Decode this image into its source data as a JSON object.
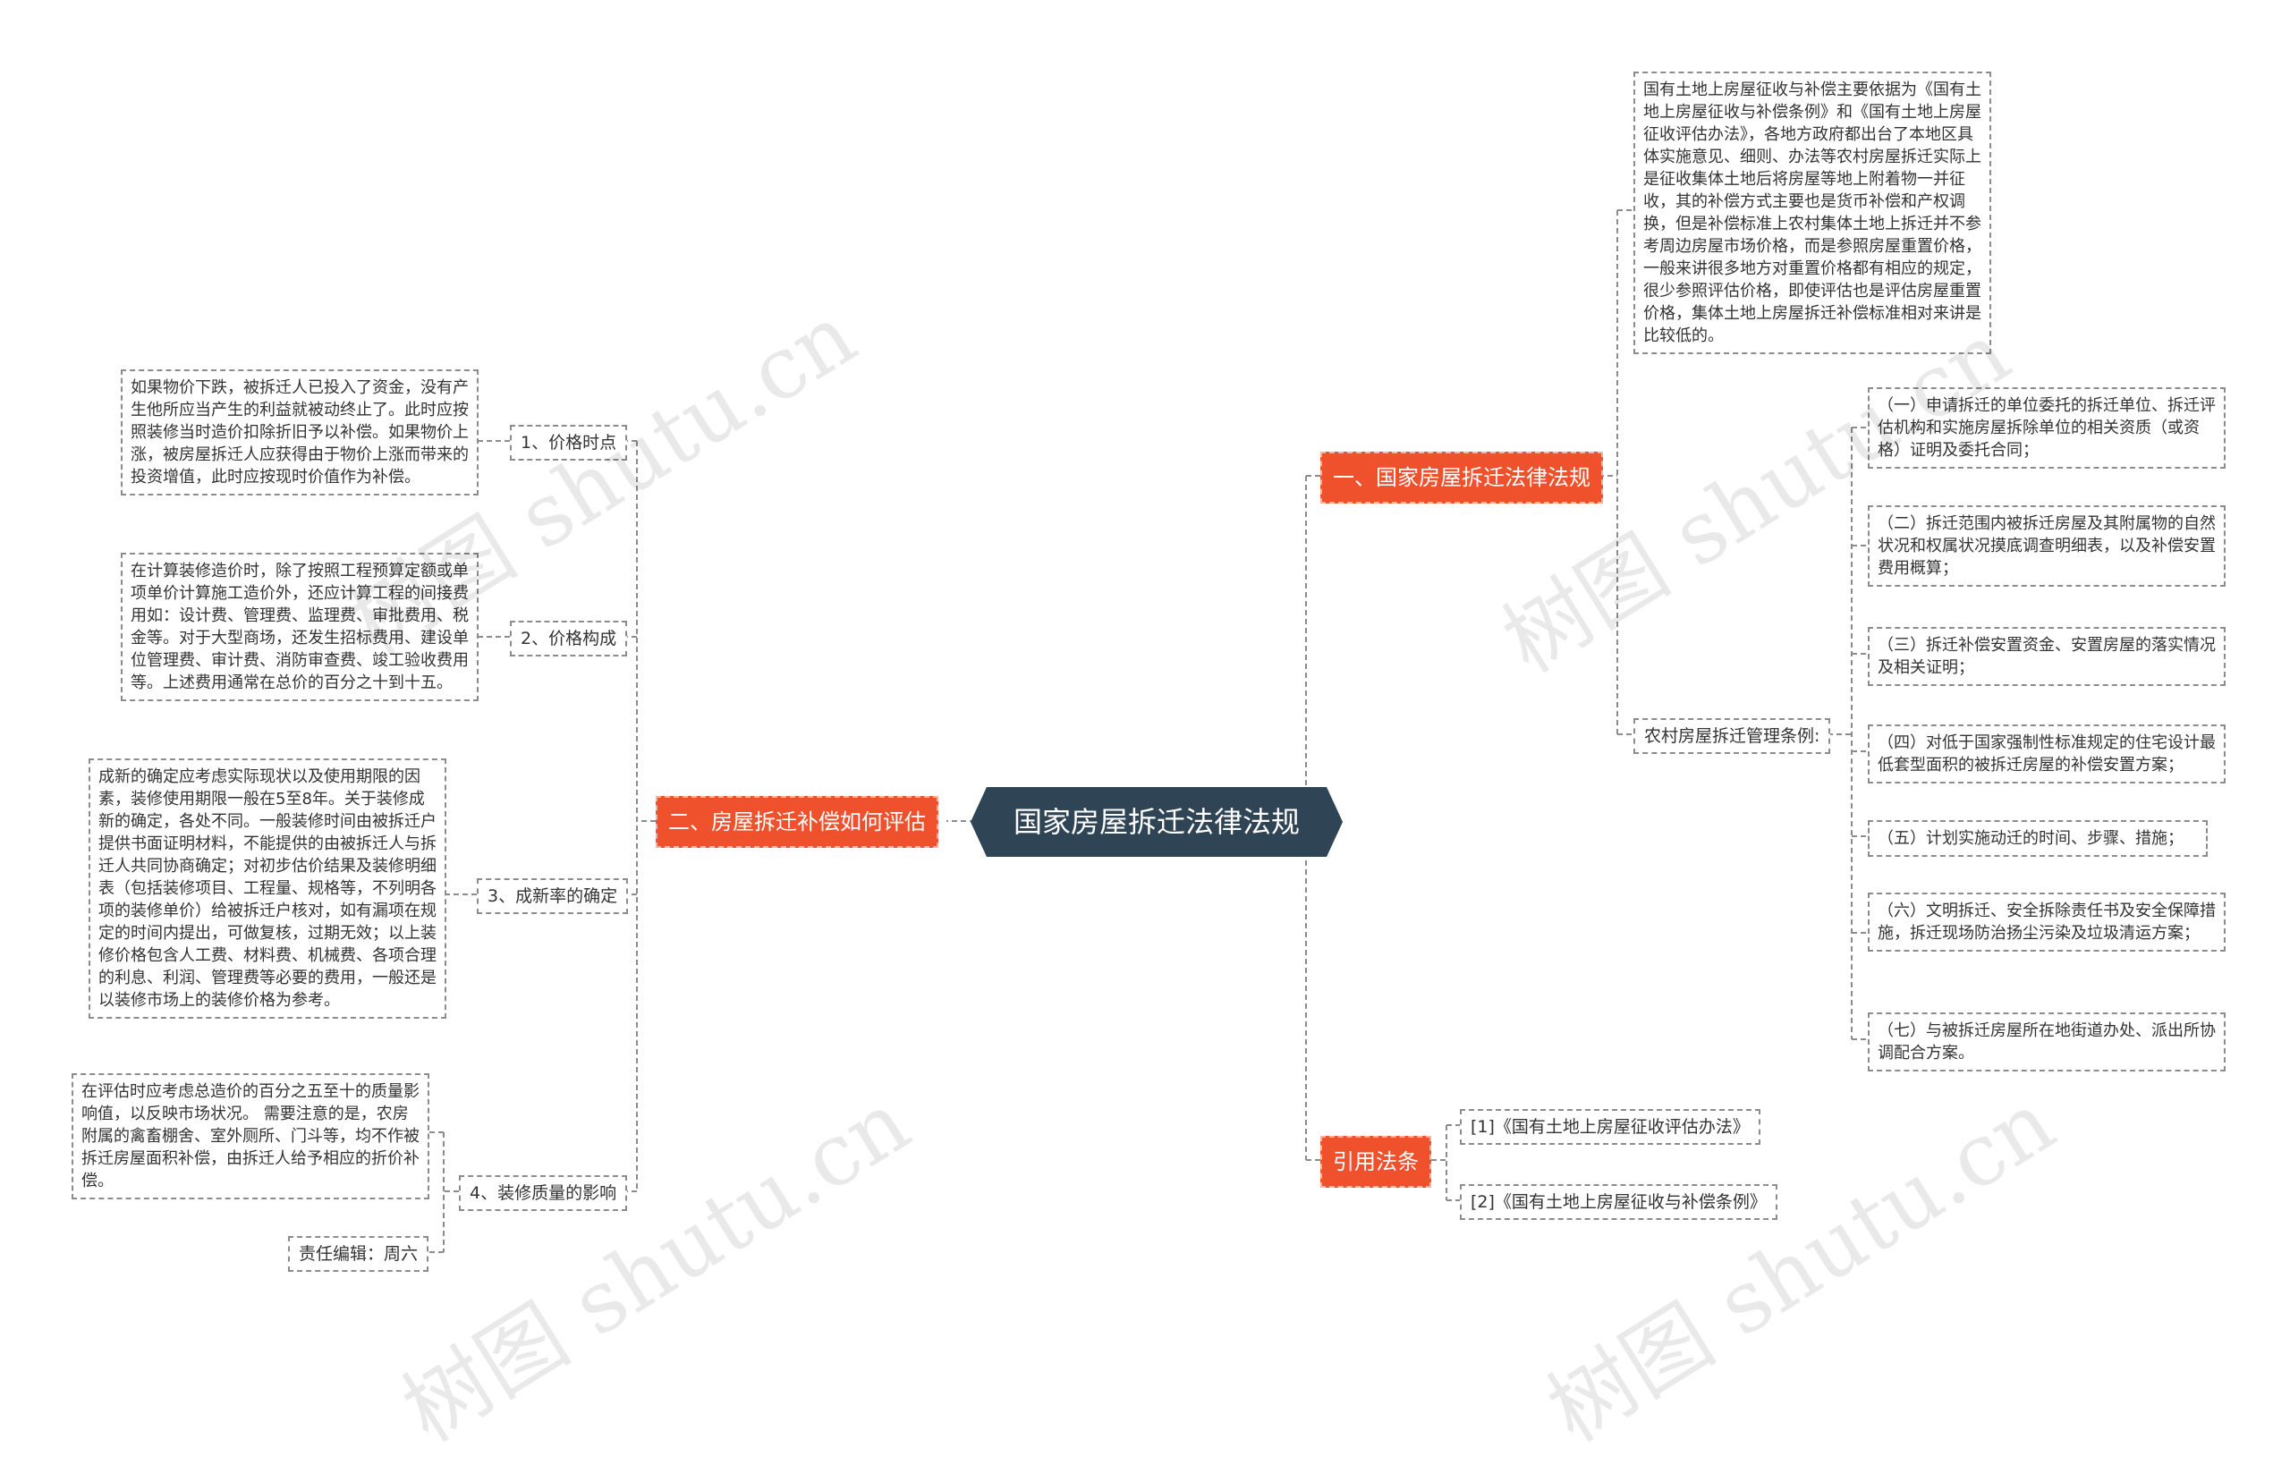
{
  "root": {
    "label": "国家房屋拆迁法律法规"
  },
  "branches": {
    "law": {
      "label": "一、国家房屋拆迁法律法规",
      "intro": "国有土地上房屋征收与补偿主要依据为《国有土地上房屋征收与补偿条例》和《国有土地上房屋征收评估办法》，各地方政府都出台了本地区具体实施意见、细则、办法等农村房屋拆迁实际上是征收集体土地后将房屋等地上附着物一并征收，其的补偿方式主要也是货币补偿和产权调换，但是补偿标准上农村集体土地上拆迁并不参考周边房屋市场价格，而是参照房屋重置价格，一般来讲很多地方对重置价格都有相应的规定，很少参照评估价格，即使评估也是评估房屋重置价格，集体土地上房屋拆迁补偿标准相对来讲是比较低的。",
      "rural": {
        "label": "农村房屋拆迁管理条例:",
        "items": [
          "（一）申请拆迁的单位委托的拆迁单位、拆迁评估机构和实施房屋拆除单位的相关资质（或资格）证明及委托合同；",
          "（二）拆迁范围内被拆迁房屋及其附属物的自然状况和权属状况摸底调查明细表，以及补偿安置费用概算；",
          "（三）拆迁补偿安置资金、安置房屋的落实情况及相关证明；",
          "（四）对低于国家强制性标准规定的住宅设计最低套型面积的被拆迁房屋的补偿安置方案；",
          "（五）计划实施动迁的时间、步骤、措施；",
          "（六）文明拆迁、安全拆除责任书及安全保障措施，拆迁现场防治扬尘污染及垃圾清运方案；",
          "（七）与被拆迁房屋所在地街道办处、派出所协调配合方案。"
        ]
      }
    },
    "cite": {
      "label": "引用法条",
      "items": [
        "[1]《国有土地上房屋征收评估办法》",
        "[2]《国有土地上房屋征收与补偿条例》"
      ]
    },
    "eval": {
      "label": "二、房屋拆迁补偿如何评估",
      "items": [
        {
          "label": "1、价格时点",
          "detail": "如果物价下跌，被拆迁人已投入了资金，没有产生他所应当产生的利益就被动终止了。此时应按照装修当时造价扣除折旧予以补偿。如果物价上涨，被房屋拆迁人应获得由于物价上涨而带来的投资增值，此时应按现时价值作为补偿。"
        },
        {
          "label": "2、价格构成",
          "detail": "在计算装修造价时，除了按照工程预算定额或单项单价计算施工造价外，还应计算工程的间接费用如：设计费、管理费、监理费、审批费用、税金等。对于大型商场，还发生招标费用、建设单位管理费、审计费、消防审查费、竣工验收费用等。上述费用通常在总价的百分之十到十五。"
        },
        {
          "label": "3、成新率的确定",
          "detail": "成新的确定应考虑实际现状以及使用期限的因素，装修使用期限一般在5至8年。关于装修成新的确定，各处不同。一般装修时间由被拆迁户提供书面证明材料，不能提供的由被拆迁人与拆迁人共同协商确定；对初步估价结果及装修明细表（包括装修项目、工程量、规格等，不列明各项的装修单价）给被拆迁户核对，如有漏项在规定的时间内提出，可做复核，过期无效；以上装修价格包含人工费、材料费、机械费、各项合理的利息、利润、管理费等必要的费用，一般还是以装修市场上的装修价格为参考。"
        },
        {
          "label": "4、装修质量的影响",
          "detail": "在评估时应考虑总造价的百分之五至十的质量影响值，以反映市场状况。 需要注意的是，农房附属的禽畜棚舍、室外厕所、门斗等，均不作被拆迁房屋面积补偿，由拆迁人给予相应的折价补偿。",
          "editor": "责任编辑：周六"
        }
      ]
    }
  },
  "watermark": [
    "树图 shutu.cn",
    "树图 shutu.cn",
    "树图 shutu.cn",
    "树图 shutu.cn"
  ],
  "colors": {
    "branch": "#f0512d",
    "root": "#2f4555",
    "line": "#8c8c8c",
    "watermark": "#000000"
  }
}
